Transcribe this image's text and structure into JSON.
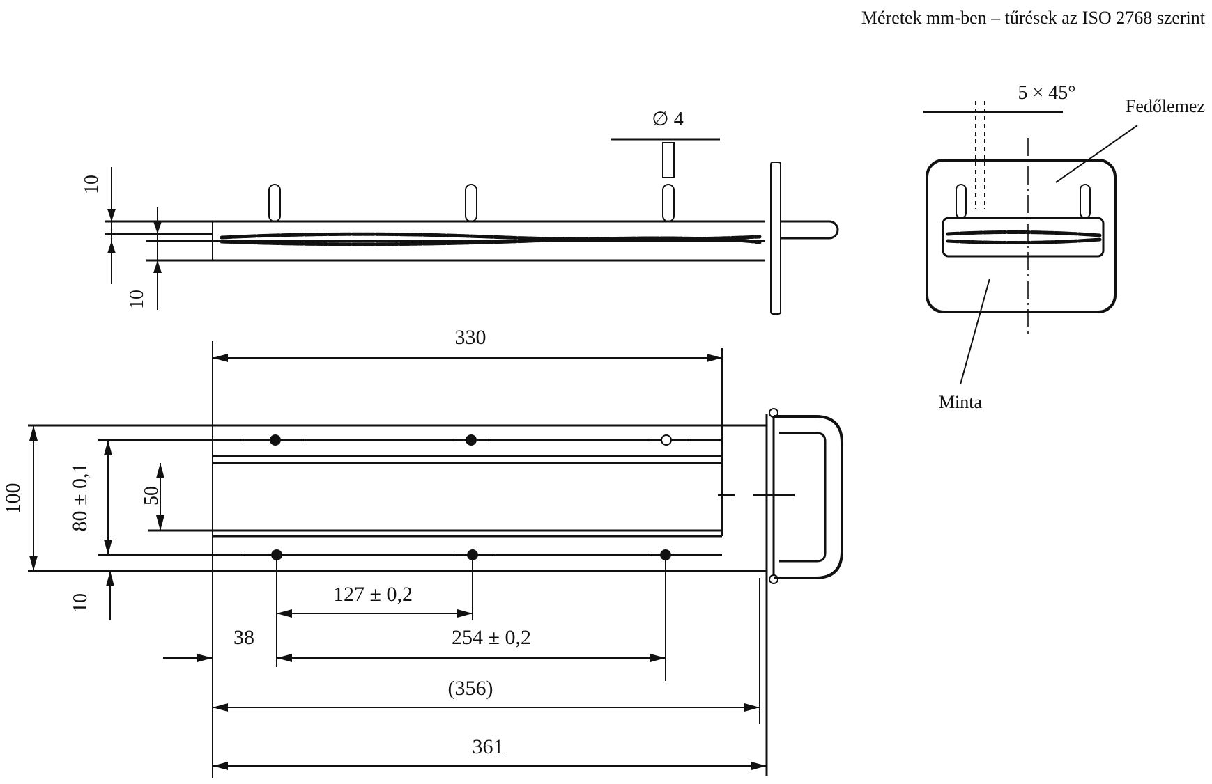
{
  "header": {
    "units_note": "Méretek mm-ben – tűrések az ISO 2768 szerint"
  },
  "side_view": {
    "dim_top_left": "10",
    "dim_bottom_left": "10",
    "diameter": "∅ 4"
  },
  "plan_view": {
    "dim_330": "330",
    "dim_100": "100",
    "dim_80": "80 ± 0,1",
    "dim_50": "50",
    "dim_10": "10",
    "dim_127": "127 ± 0,2",
    "dim_38": "38",
    "dim_254": "254 ± 0,2",
    "dim_356": "(356)",
    "dim_361": "361"
  },
  "end_view": {
    "chamfer": "5 × 45°",
    "cover_plate_label": "Fedőlemez",
    "sample_label": "Minta"
  }
}
